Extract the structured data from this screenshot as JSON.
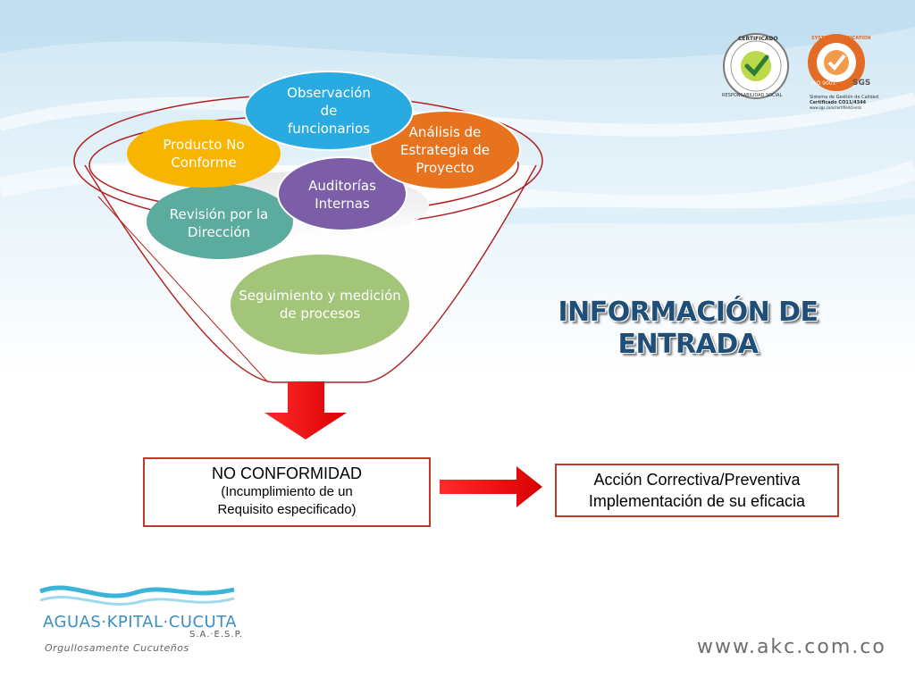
{
  "title": {
    "line1": "INFORMACIÓN DE",
    "line2": "ENTRADA"
  },
  "funnel_items": [
    {
      "id": "observacion",
      "label": "Observación\nde\nfuncionarios",
      "color": "#29abe2"
    },
    {
      "id": "analisis",
      "label": "Análisis de\nEstrategia de\nProyecto",
      "color": "#e8731e"
    },
    {
      "id": "producto",
      "label": "Producto No\nConforme",
      "color": "#f7b500"
    },
    {
      "id": "auditorias",
      "label": "Auditorías\nInternas",
      "color": "#7b5ea7"
    },
    {
      "id": "revision",
      "label": "Revisión por la\nDirección",
      "color": "#5bab9e"
    },
    {
      "id": "seguimiento",
      "label": "Seguimiento y medición\nde procesos",
      "color": "#a3c57a"
    }
  ],
  "no_conformidad": {
    "title": "NO CONFORMIDAD",
    "line2": "(Incumplimiento  de un",
    "line3": "Requisito especificado)"
  },
  "accion": {
    "line1": "Acción Correctiva/Preventiva",
    "line2": "Implementación de su eficacia"
  },
  "logo": {
    "name": "AGUAS·KPITAL·CUCUTA",
    "suffix": "S.A.·E.S.P.",
    "tagline": "Orgullosamente Cucuteños"
  },
  "website": "www.akc.com.co",
  "certificates": {
    "seal1_top": "CERTIFICADO",
    "seal1_bottom": "RESPONSABILIDAD SOCIAL",
    "seal2_top": "SYSTEM CERTIFICATION",
    "seal2_iso": "ISO 9001",
    "seal2_brand": "SGS",
    "seal2_note1": "Sistema de Gestión de Calidad",
    "seal2_note2": "Certificado CO11/4344",
    "seal2_note3": "www.sgs.com/certifiedclients"
  },
  "colors": {
    "accent_red": "#e02020",
    "title_blue": "#1f4e79",
    "wave_blue": "#3cb4d8"
  }
}
